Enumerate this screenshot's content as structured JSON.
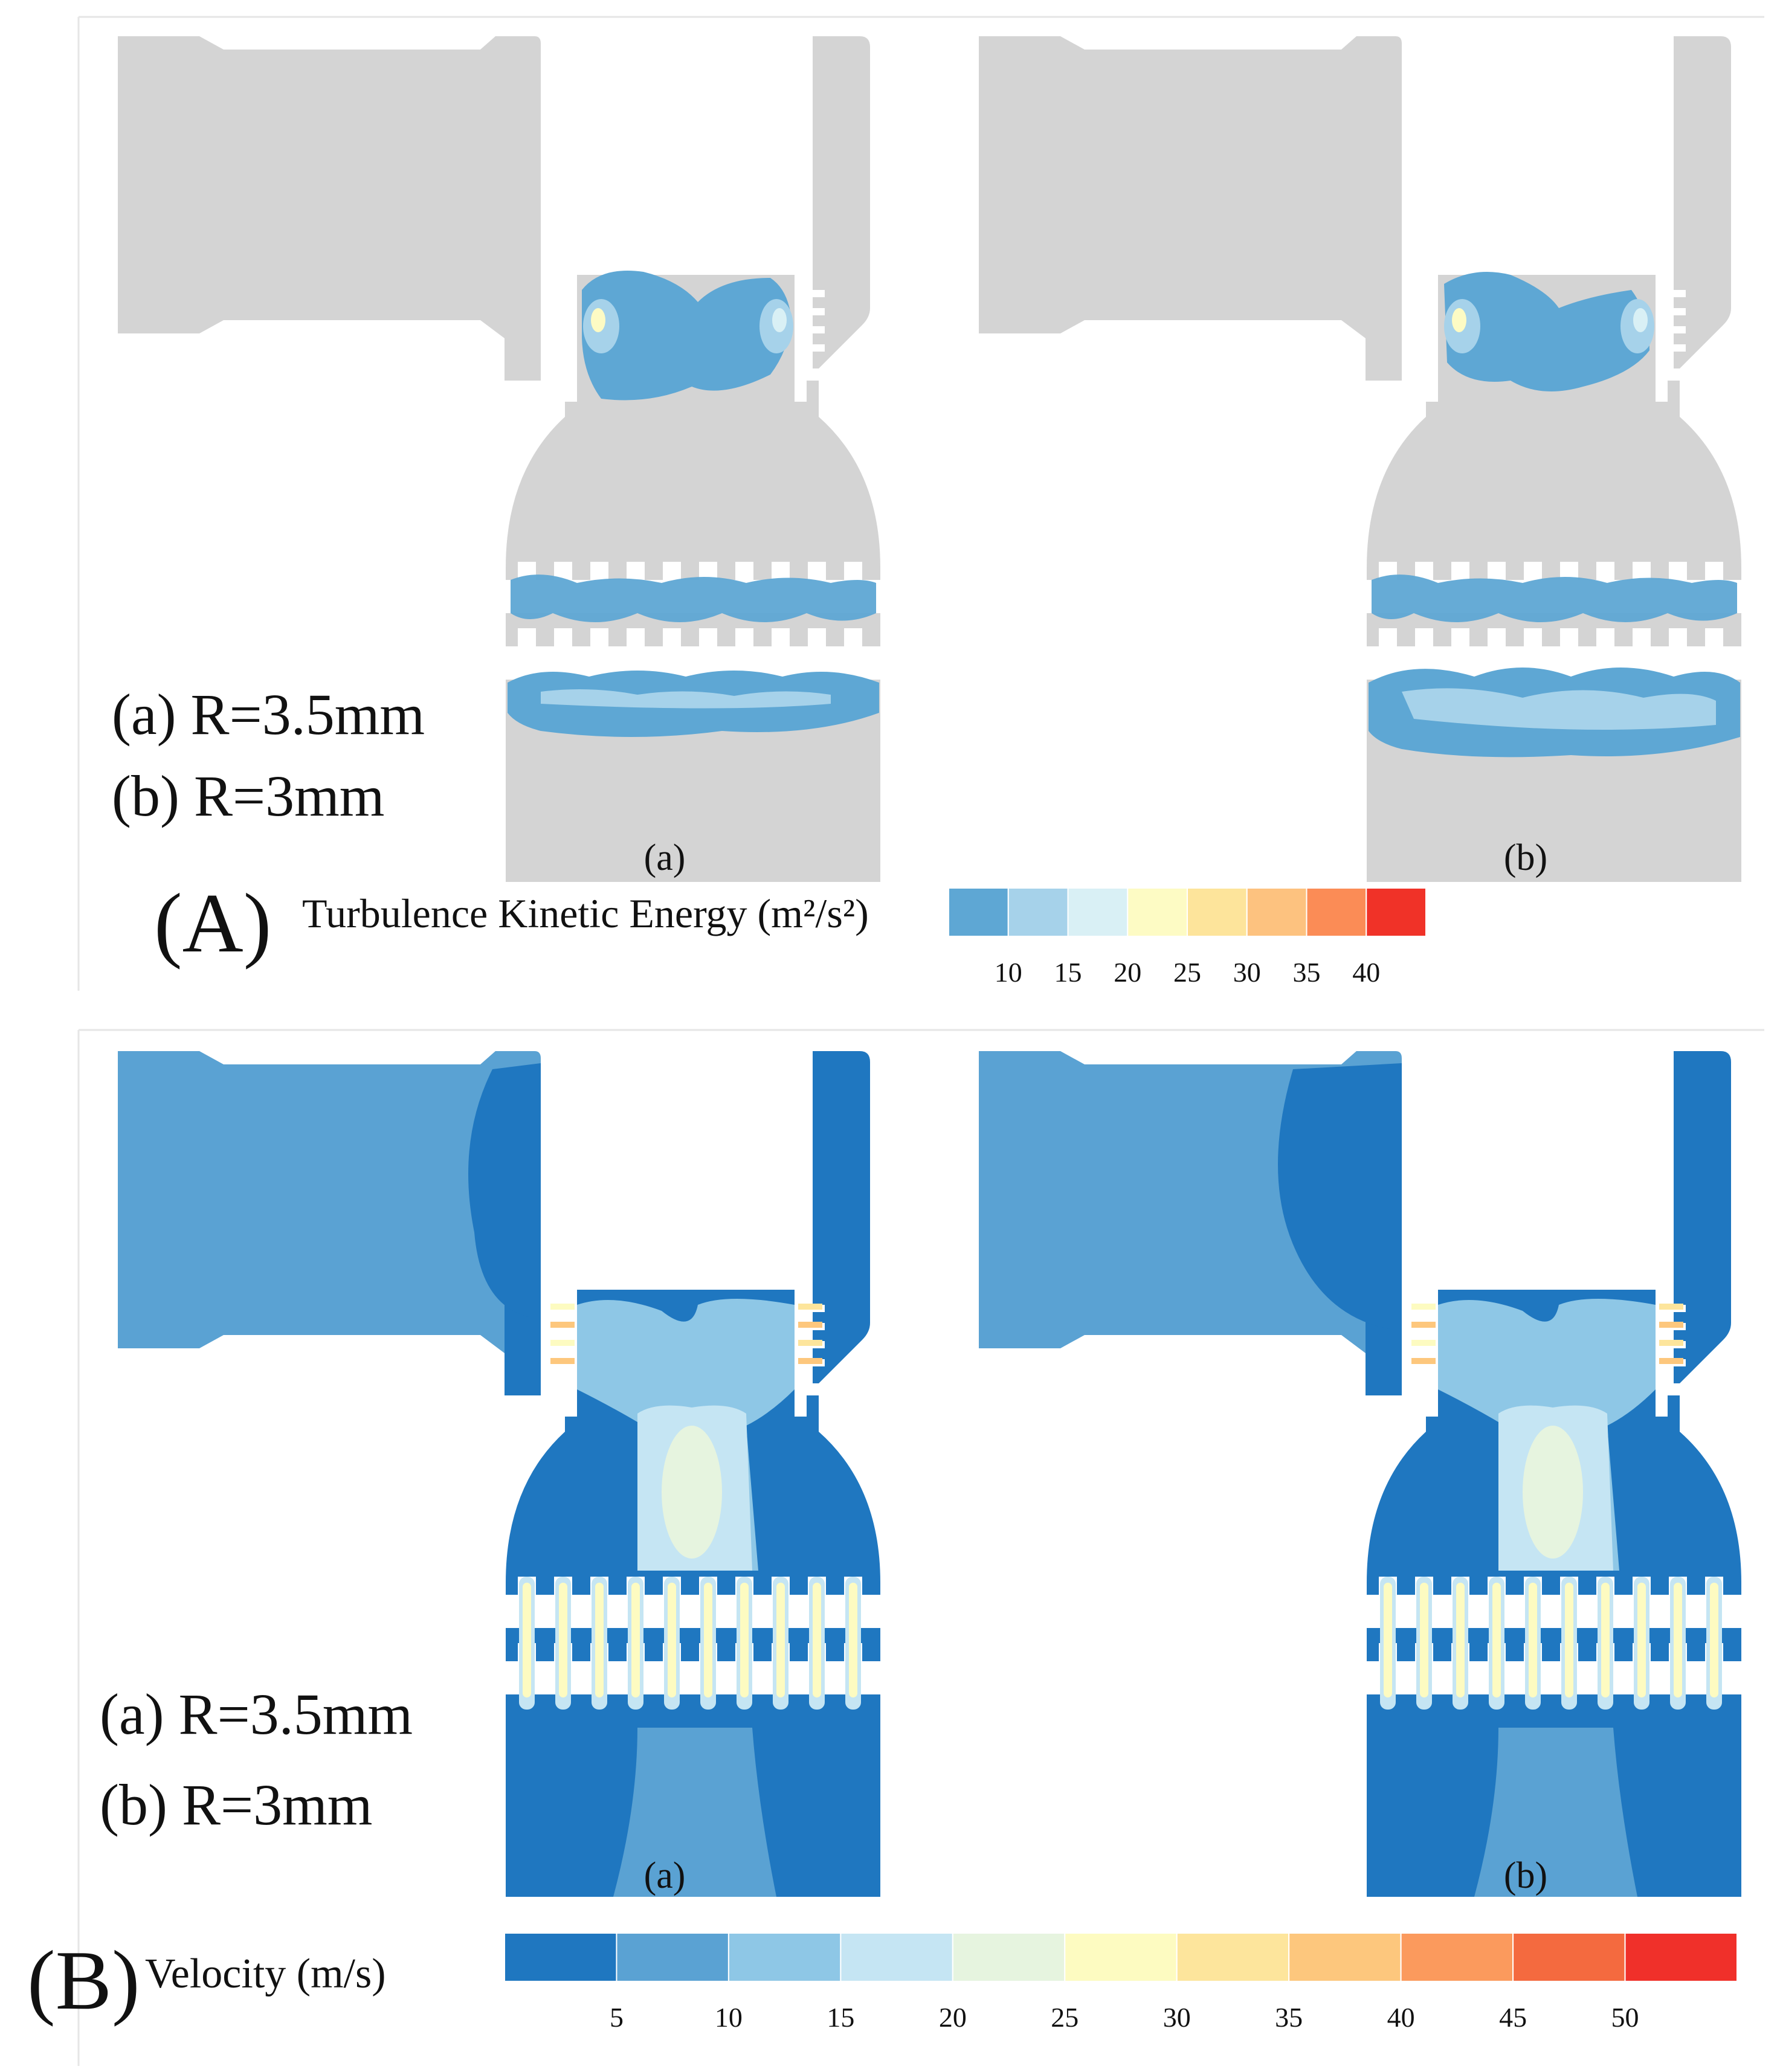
{
  "panel_A": {
    "letter": "(A)",
    "legend_title": "Turbulence Kinetic Energy (m²/s²)",
    "legend_ticks": [
      "10",
      "15",
      "20",
      "25",
      "30",
      "35",
      "40"
    ],
    "legend_colors": [
      "#5ea7d4",
      "#a6d2ea",
      "#d9f0f5",
      "#fdfbc4",
      "#fde49b",
      "#fdc27f",
      "#fb8c56",
      "#f03228"
    ],
    "caption_a": "(a)",
    "caption_b": "(b)",
    "note_line1": "(a) R=3.5mm",
    "note_line2": "(b) R=3mm"
  },
  "panel_B": {
    "letter": "(B)",
    "legend_title": "Velocity (m/s)",
    "legend_ticks": [
      "5",
      "10",
      "15",
      "20",
      "25",
      "30",
      "35",
      "40",
      "45",
      "50"
    ],
    "legend_colors": [
      "#1f77c0",
      "#5aa2d3",
      "#8ec7e6",
      "#c5e5f3",
      "#e6f4df",
      "#fdfbc1",
      "#fde59c",
      "#fdc77d",
      "#fb9a5d",
      "#f46a3f",
      "#f0302a"
    ],
    "caption_a": "(a)",
    "caption_b": "(b)",
    "note_line1": "(a) R=3.5mm",
    "note_line2": "(b) R=3mm"
  },
  "colors": {
    "body_grey": "#d4d4d4",
    "frame_line": "#e6e6e6"
  }
}
